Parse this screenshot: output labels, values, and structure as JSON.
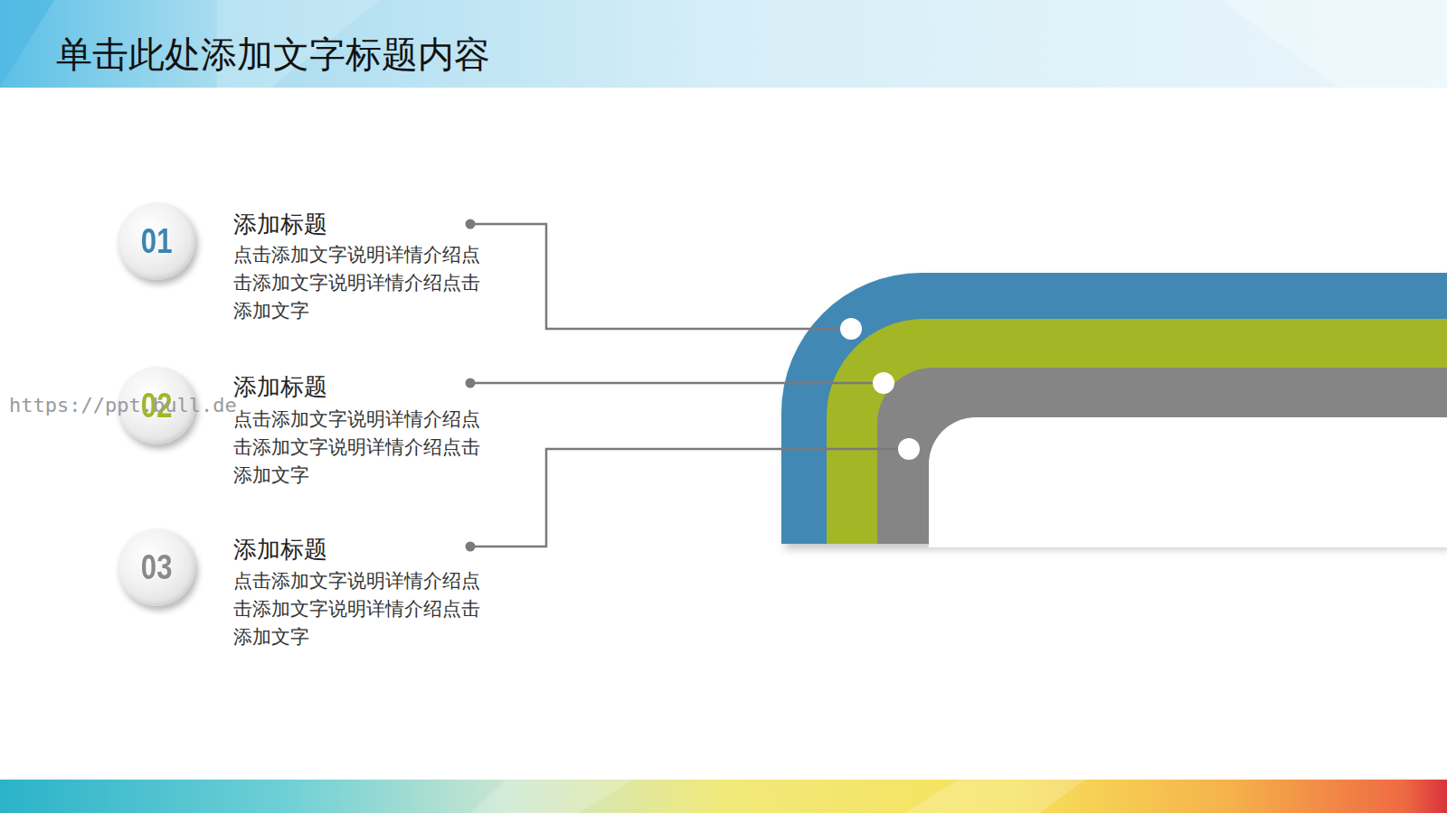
{
  "diagram": {
    "title": "单击此处添加文字标题内容",
    "nodes": [
      {
        "text": [
          "01"
        ]
      },
      {
        "text": [
          "02"
        ]
      },
      {
        "text": [
          "03"
        ]
      }
    ],
    "labels": [
      "添加标题",
      "点击添加文字说明详情介绍点 击添加文字说明详情介绍点击 添加文字",
      "添加标题",
      "点击添加文字说明详情介绍点 击添加文字说明详情介绍点击 添加文字",
      "添加标题",
      "点击添加文字说明详情介绍点 击添加文字说明详情介绍点击 添加文字",
      "https://ppt.bull.de"
    ]
  }
}
